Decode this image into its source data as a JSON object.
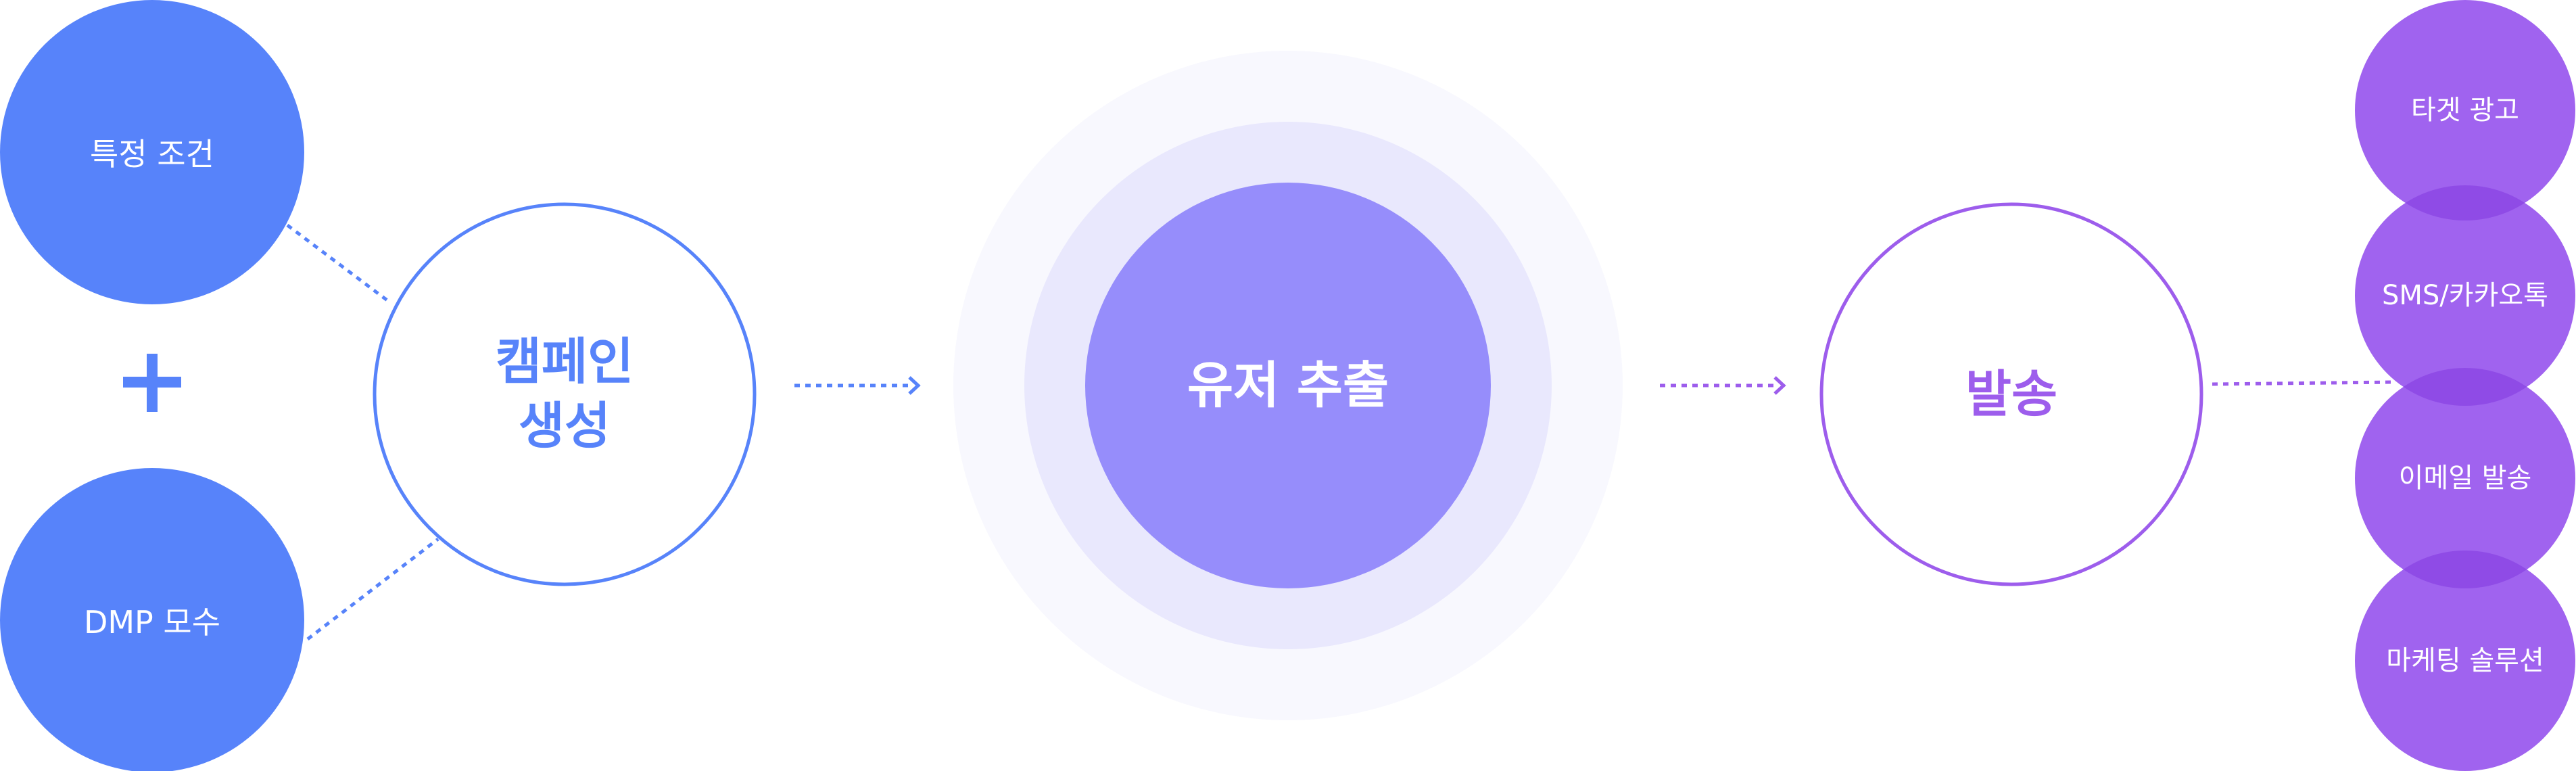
{
  "sources": [
    {
      "label": "특정 조건"
    },
    {
      "label": "DMP 모수"
    }
  ],
  "plus_symbol": "+",
  "campaign": {
    "line1": "캠페인",
    "line2": "생성"
  },
  "extraction": {
    "label": "유저 추출"
  },
  "dispatch": {
    "label": "발송"
  },
  "channels": [
    {
      "label": "타겟 광고"
    },
    {
      "label": "SMS/카카오톡"
    },
    {
      "label": "이메일 발송"
    },
    {
      "label": "마케팅 솔루션"
    }
  ],
  "colors": {
    "blue": "#5783FA",
    "purple": "#A063EF",
    "purple_overlap": "#8F4BE6",
    "center_inner": "#968DFB",
    "center_mid": "#E9E8FD",
    "center_outer": "#F8F8FE",
    "purple_stroke": "#9D5DEC",
    "white": "#FFFFFF"
  },
  "icons": {
    "arrow_1": "dotted-arrow-right-icon",
    "arrow_2": "dotted-arrow-right-icon",
    "plus": "plus-icon"
  }
}
